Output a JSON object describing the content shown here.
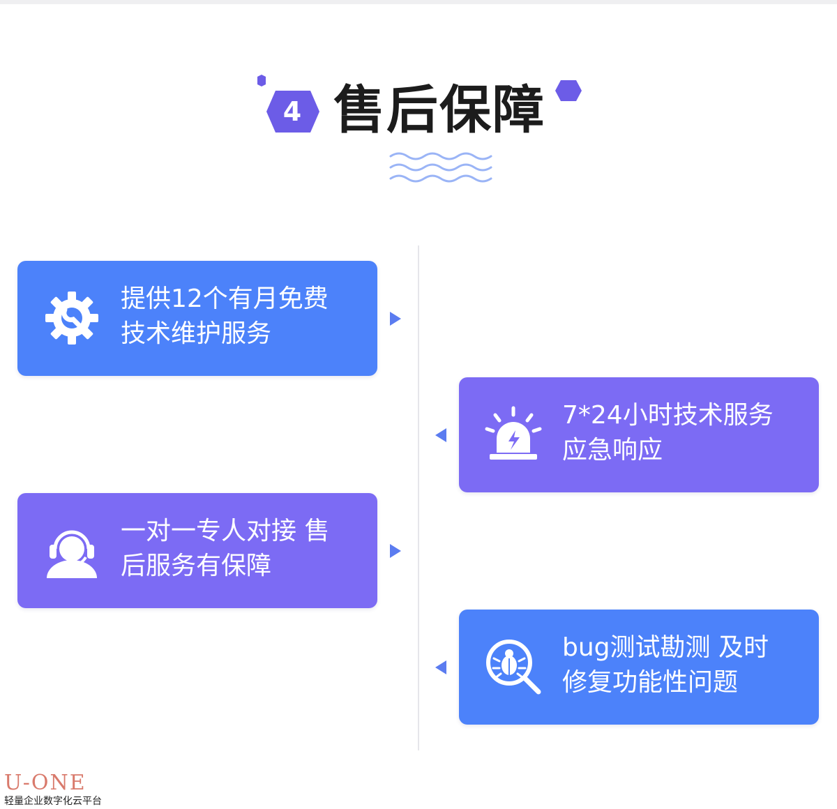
{
  "section": {
    "number": "4",
    "title": "售后保障"
  },
  "colors": {
    "blue_card": "#4c82fa",
    "purple_card": "#7c6bf4",
    "accent_purple": "#6c5ce7",
    "wave": "#9ab4f6"
  },
  "cards": [
    {
      "icon": "gear-wrench-icon",
      "line1": "提供12个有月免费",
      "line2": "技术维护服务"
    },
    {
      "icon": "alarm-light-icon",
      "line1": "7*24小时技术服务",
      "line2": "应急响应"
    },
    {
      "icon": "headset-support-icon",
      "line1": "一对一专人对接  售",
      "line2": "后服务有保障"
    },
    {
      "icon": "bug-search-icon",
      "line1": "bug测试勘测  及时",
      "line2": "修复功能性问题"
    }
  ],
  "brand": {
    "logo": "U-ONE",
    "tagline": "轻量企业数字化云平台"
  }
}
